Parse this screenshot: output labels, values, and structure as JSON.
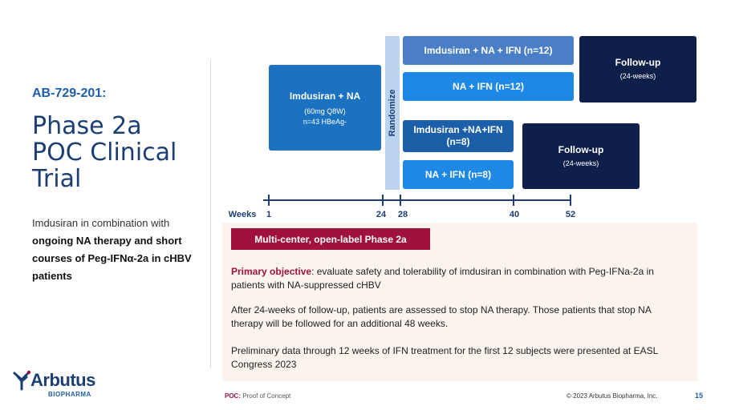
{
  "left": {
    "study_id": "AB-729-201:",
    "title_lines": [
      "Phase 2a",
      "POC Clinical",
      "Trial"
    ],
    "description_intro": "Imdusiran in combination with",
    "description_bold": "ongoing NA therapy and short courses of Peg-IFNα-2a in cHBV patients"
  },
  "diagram": {
    "lead_in": {
      "title": "Imdusiran + NA",
      "line1": "(60mg Q8W)",
      "line2": "n=43 HBeAg-"
    },
    "randomize": "Randomize",
    "arm1": "Imdusiran + NA + IFN (n=12)",
    "arm2": "NA + IFN (n=12)",
    "arm3_line1": "Imdusiran +NA+IFN",
    "arm3_line2": "(n=8)",
    "arm4": "NA + IFN (n=8)",
    "followup1": {
      "title": "Follow-up",
      "sub": "(24-weeks)"
    },
    "followup2": {
      "title": "Follow-up",
      "sub": "(24-weeks)"
    }
  },
  "timeline": {
    "label": "Weeks",
    "ticks": [
      "1",
      "24",
      "28",
      "40",
      "52"
    ]
  },
  "panel": {
    "banner": "Multi-center, open-label Phase 2a",
    "objective_label": "Primary objective",
    "objective_text": ": evaluate safety and tolerability of imdusiran in combination with Peg-IFNa-2a in patients with NA-suppressed cHBV",
    "para2": "After 24-weeks of follow-up, patients are assessed to stop NA therapy. Those patients that stop NA therapy will be followed for an additional 48 weeks.",
    "para3": "Preliminary data through 12 weeks of IFN treatment for the first 12 subjects were presented at EASL Congress 2023"
  },
  "footer": {
    "poc_key": "POC:",
    "poc_text": " Proof of Concept",
    "copyright": "© 2023 Arbutus Biopharma, Inc.",
    "page": "15"
  },
  "logo": {
    "word": "Arbutus",
    "sub": "BIOPHARMA"
  },
  "colors": {
    "navy": "#1b3f73",
    "dark_navy": "#0e1f4a",
    "blue": "#1b72c0",
    "mid_blue": "#4a7fc8",
    "light_blue": "#1e88e5",
    "crimson": "#a0123c"
  }
}
